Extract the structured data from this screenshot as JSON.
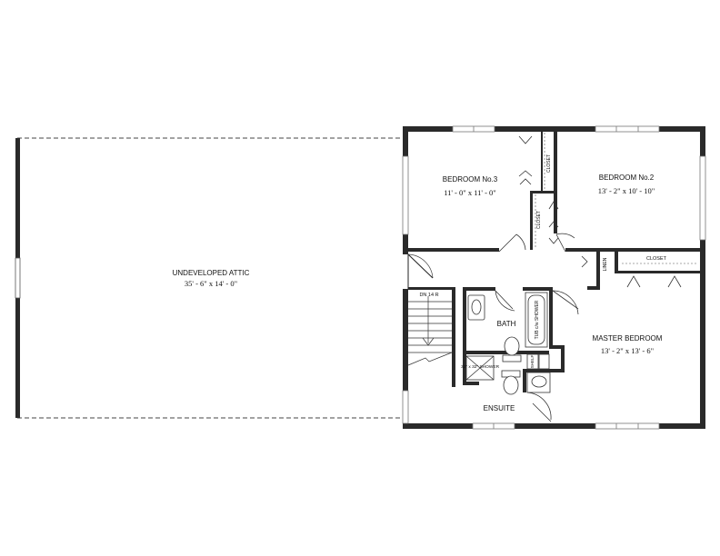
{
  "attic": {
    "name": "UNDEVELOPED ATTIC",
    "dims": "35' - 6\" x 14' - 0\""
  },
  "rooms": {
    "bedroom3": {
      "name": "BEDROOM No.3",
      "dims": "11' - 0\" x 11' - 0\""
    },
    "bedroom2": {
      "name": "BEDROOM No.2",
      "dims": "13' - 2\" x 10' - 10\""
    },
    "master": {
      "name": "MASTER BEDROOM",
      "dims": "13' - 2\" x 13' - 6\""
    },
    "bath": {
      "name": "BATH"
    },
    "ensuite": {
      "name": "ENSUITE"
    }
  },
  "labels": {
    "closet_b3": "CLOSET",
    "closet_b2": "CLOSET",
    "closet_master": "CLOSET",
    "linen": "LINEN",
    "stair": "DN 14 R",
    "tub": "TUB c/w SHOWER",
    "shower": "32\" x 32\" SHOWER",
    "shelf": "SHELF"
  },
  "colors": {
    "wall": "#2a2a2a",
    "line": "#222222",
    "window": "#9a9a9a",
    "background": "#ffffff"
  }
}
